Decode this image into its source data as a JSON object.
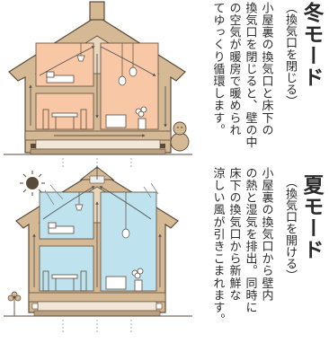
{
  "winter": {
    "title": "冬モード",
    "subtitle": "（換気口を閉じる）",
    "lines": [
      "小屋裏の換気口と床下の",
      "換気口を閉じると、壁の中",
      "の空気が暖房で暖められ",
      "てゆっくり循環します。"
    ],
    "room_color": "#f7c7a6",
    "wall_color": "#d5b894"
  },
  "summer": {
    "title": "夏モード",
    "subtitle": "（換気口を開ける）",
    "lines": [
      "小屋裏の換気口から壁内",
      "の熱と湿気を排出。同時に",
      "床下の換気口から新鮮な",
      "涼しい風が引きこまれます。"
    ],
    "room_color": "#bfe2ef",
    "wall_color": "#d5b894"
  }
}
